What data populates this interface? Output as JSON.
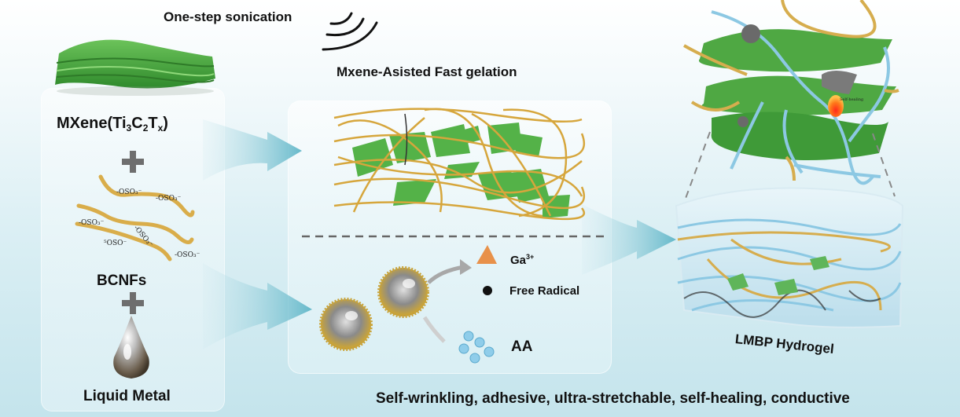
{
  "title": "LMBP hydrogel preparation scheme",
  "steps": {
    "sonication_label": "One-step sonication",
    "gelation_label": "Mxene-Asisted Fast gelation"
  },
  "ingredients": {
    "mxene": {
      "label_main": "MXene(Ti",
      "sub1": "3",
      "c": "C",
      "sub2": "2",
      "t": "T",
      "sub3": "x",
      "close": ")"
    },
    "bcnfs": {
      "label": "BCNFs",
      "groups": [
        "-OSO3-",
        "-OSO3-",
        "-OSO3-",
        "-OSO3-",
        "-OSO-",
        "-OSO3-"
      ]
    },
    "liquid_metal": {
      "label": "Liquid Metal"
    }
  },
  "legend": {
    "ga": {
      "label": "Ga",
      "charge": "3+",
      "color": "#e8914a"
    },
    "free_radical": {
      "label": "Free Radical",
      "color": "#111111"
    },
    "aa": {
      "label": "AA",
      "color": "#8fcdea"
    }
  },
  "product": {
    "label": "LMBP Hydrogel",
    "self_healing_label": "Self-healing"
  },
  "properties": "Self-wrinkling, adhesive, ultra-stretchable, self-healing, conductive",
  "colors": {
    "mxene_green": "#4caf3f",
    "fiber_gold": "#d9ad4a",
    "fiber_blue": "#86c2dd",
    "arrow_teal": "#6fbfcf"
  }
}
